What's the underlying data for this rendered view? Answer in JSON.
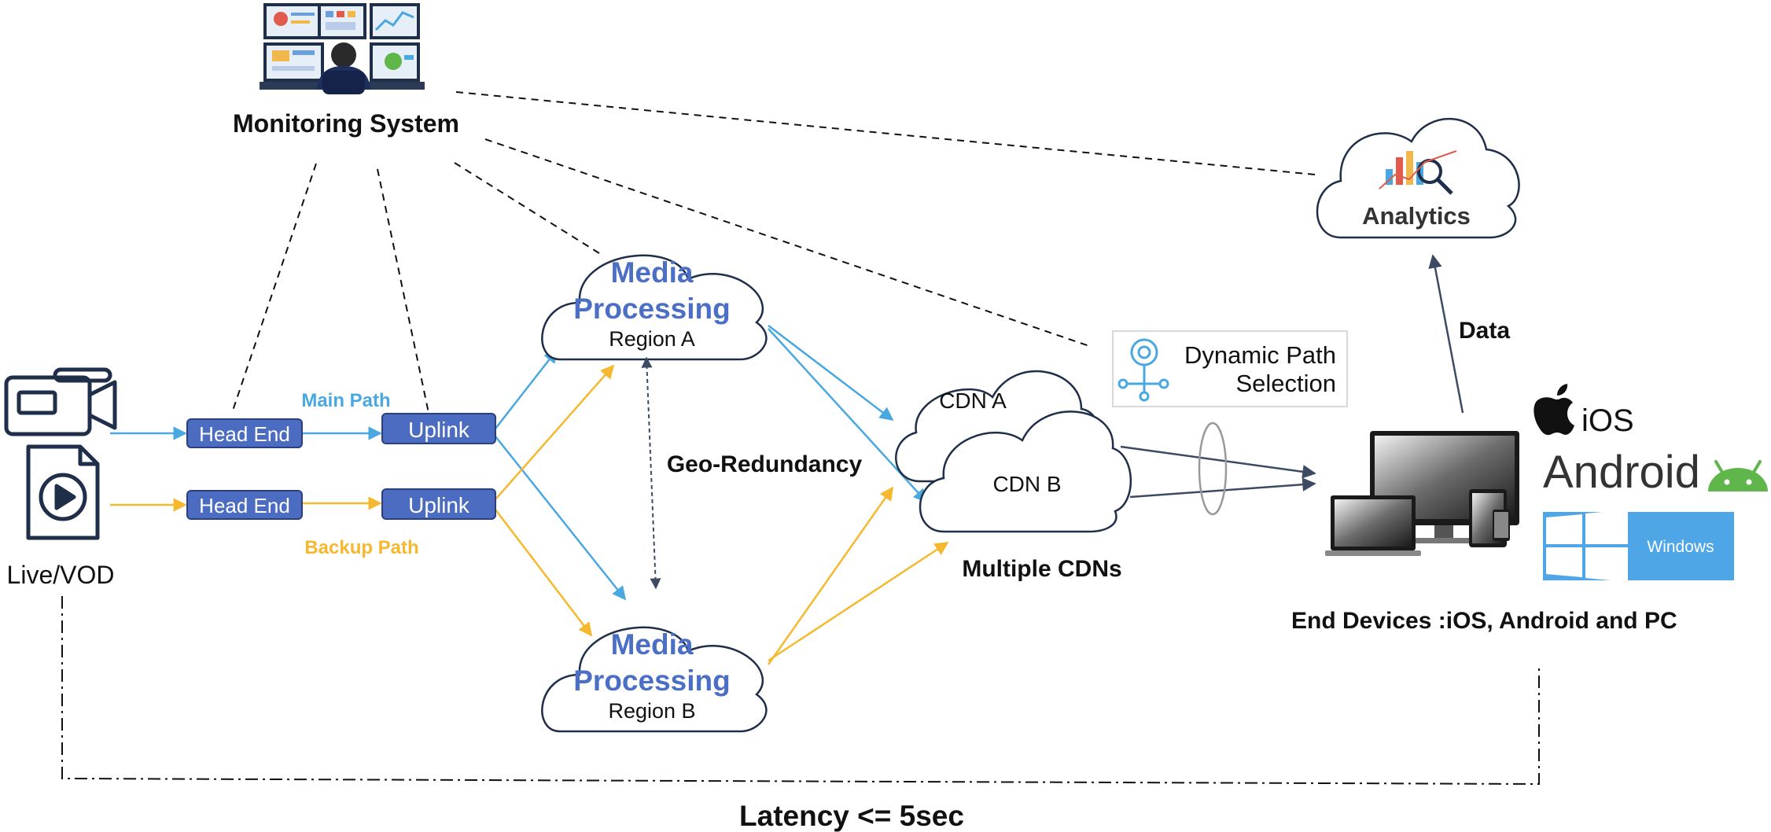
{
  "monitoring": {
    "label": "Monitoring System"
  },
  "source": {
    "label": "Live/VOD"
  },
  "paths": {
    "main_label": "Main Path",
    "backup_label": "Backup Path",
    "head_end_main": "Head End",
    "head_end_backup": "Head End",
    "uplink_main": "Uplink",
    "uplink_backup": "Uplink"
  },
  "processing": {
    "a_title_line1": "Media",
    "a_title_line2": "Processing",
    "a_region": "Region A",
    "b_title_line1": "Media",
    "b_title_line2": "Processing",
    "b_region": "Region B",
    "geo_label": "Geo-Redundancy"
  },
  "cdn": {
    "a_label": "CDN A",
    "b_label": "CDN B",
    "caption": "Multiple CDNs"
  },
  "dynamic_path": {
    "line1": "Dynamic Path",
    "line2": "Selection"
  },
  "analytics": {
    "label": "Analytics",
    "data_label": "Data"
  },
  "devices": {
    "ios_label": "iOS",
    "android_label": "Android",
    "windows_label": "Windows",
    "caption": "End Devices  :iOS,  Android and PC"
  },
  "latency": {
    "label": "Latency <= 5sec"
  },
  "colors": {
    "main_path": "#4aa8e0",
    "backup_path": "#f5b82e",
    "box_fill": "#4b6cc1",
    "media_text": "#4a6fc4",
    "dark_arrow": "#3c4a63",
    "windows_blue": "#4ea6e6",
    "android_green": "#5fb64a"
  }
}
